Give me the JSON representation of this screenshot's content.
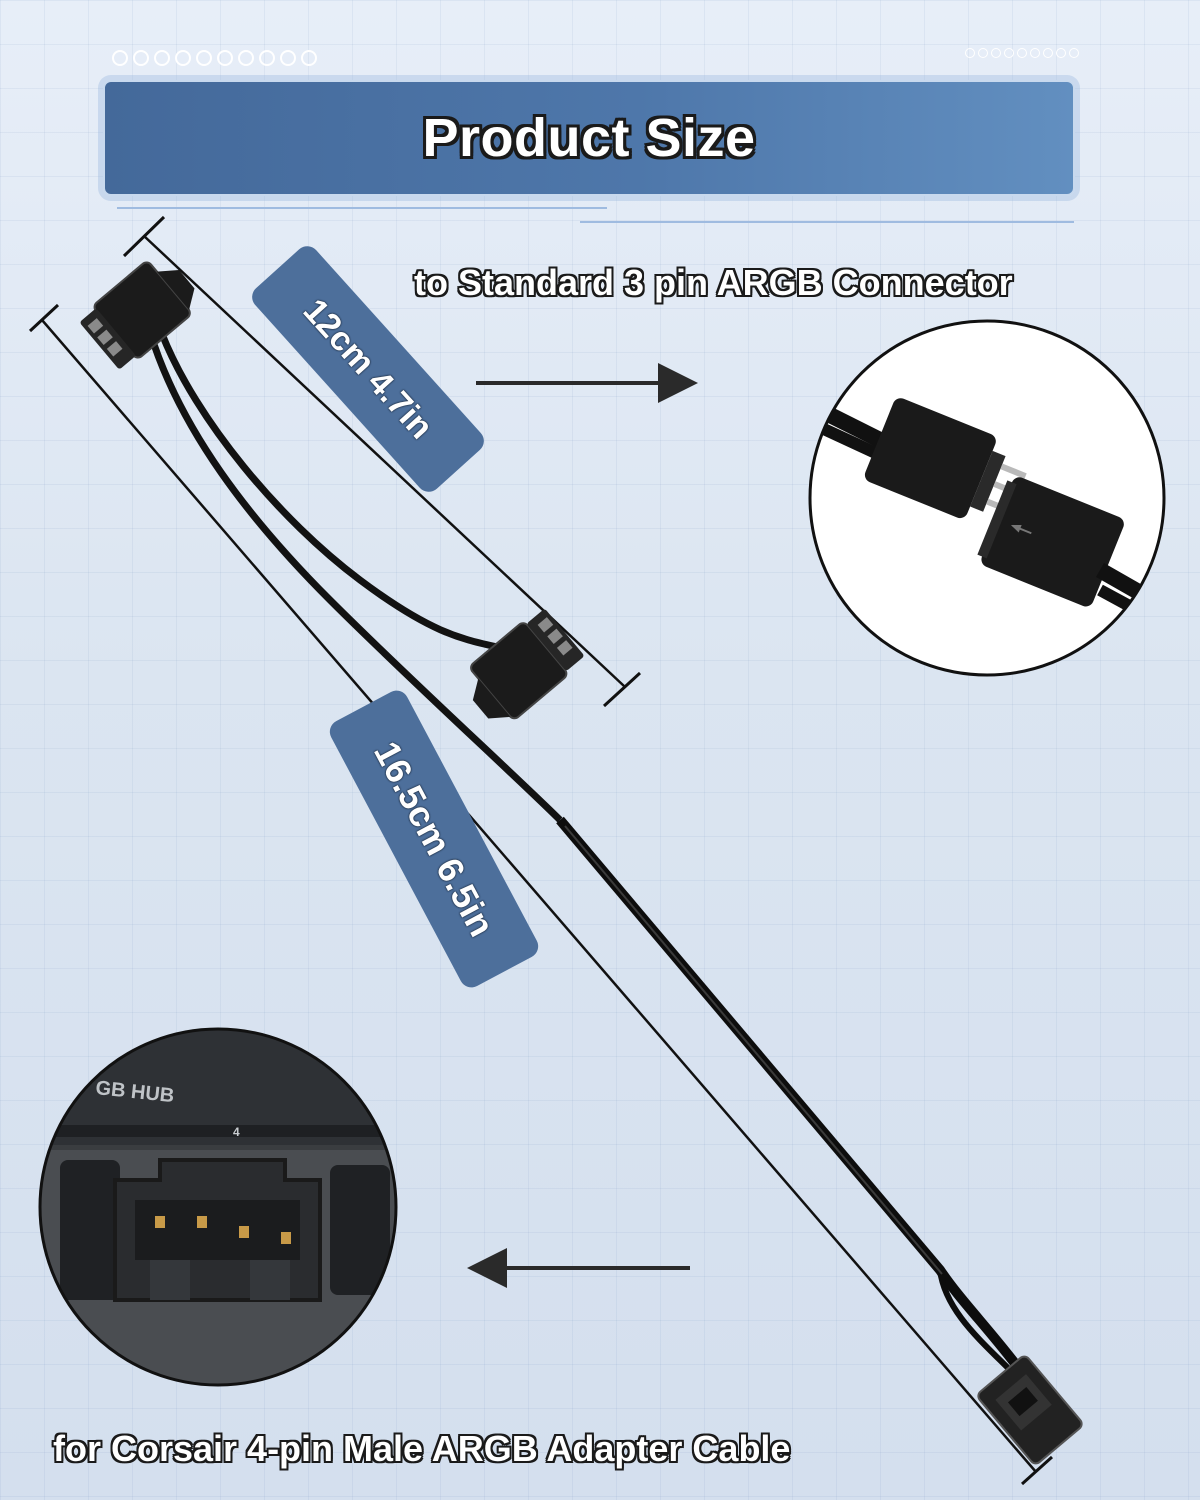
{
  "header": {
    "title": "Product Size"
  },
  "labels": {
    "top_connector": "to Standard 3 pin ARGB Connector",
    "bottom_cable": "for Corsair 4-pin Male ARGB Adapter Cable"
  },
  "dimensions": {
    "short_branch": "12cm 4.7in",
    "full_length": "16.5cm 6.5in"
  },
  "zoom_bottom": {
    "hub_text": "GB HUB",
    "port_number": "4"
  },
  "colors": {
    "banner": "#4e77aa",
    "badge": "#4d6f9b",
    "background": "#dbe5f1",
    "cable": "#121212",
    "outline": "#1a1a1a"
  },
  "icons": [
    "arrow-right-icon",
    "arrow-left-icon"
  ]
}
